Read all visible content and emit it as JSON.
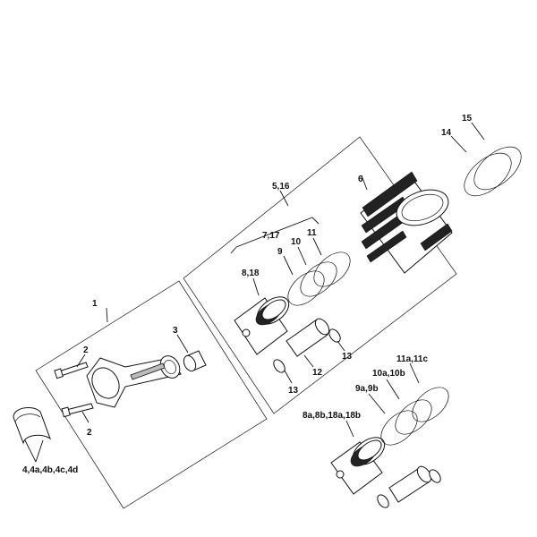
{
  "callouts": {
    "c1": "1",
    "c2a": "2",
    "c2b": "2",
    "c3": "3",
    "c4": "4,4a,4b,4c,4d",
    "c5": "5,16",
    "c6": "6",
    "c7": "7,17",
    "c8": "8,18",
    "c9": "9",
    "c10": "10",
    "c11": "11",
    "c12": "12",
    "c13a": "13",
    "c13b": "13",
    "c14": "14",
    "c15": "15",
    "c8a": "8a,8b,18a,18b",
    "c9a": "9a,9b",
    "c10a": "10a,10b",
    "c11a": "11a,11c"
  }
}
